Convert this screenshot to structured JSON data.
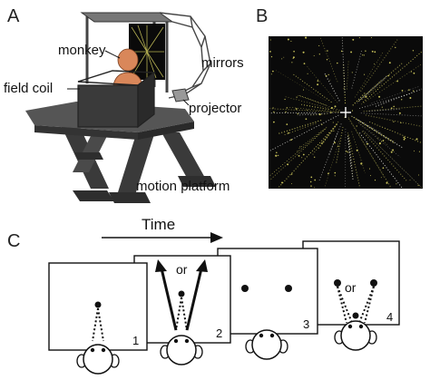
{
  "panels": {
    "a": "A",
    "b": "B",
    "c": "C"
  },
  "apparatus_labels": {
    "monkey": "monkey",
    "mirrors": "mirrors",
    "field_coil": "field coil",
    "projector": "projector",
    "motion_platform": "motion platform"
  },
  "timeline": {
    "label": "Time",
    "frames": [
      {
        "number": "1",
        "choice": ""
      },
      {
        "number": "2",
        "choice": "or"
      },
      {
        "number": "3",
        "choice": ""
      },
      {
        "number": "4",
        "choice": "or"
      }
    ]
  },
  "colors": {
    "platform_dark": "#333333",
    "platform_mid": "#555555",
    "monkey": "#d9875a",
    "starfield_bg": "#0a0a0a",
    "star": "#c8c25a"
  }
}
